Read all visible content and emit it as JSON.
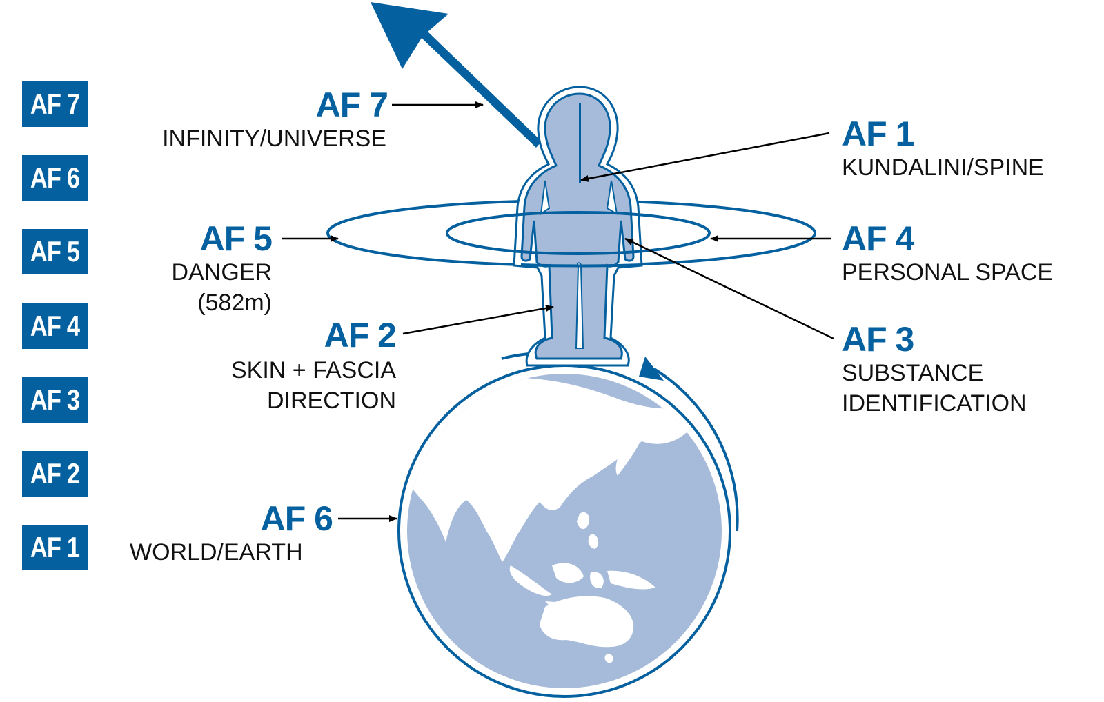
{
  "colors": {
    "primary": "#04609f",
    "light": "#a6bbd9",
    "text": "#111111"
  },
  "scale": {
    "badges": [
      "AF 7",
      "AF 6",
      "AF 5",
      "AF 4",
      "AF 3",
      "AF 2",
      "AF 1"
    ]
  },
  "labels": {
    "af7": {
      "code": "AF 7",
      "desc": "INFINITY/UNIVERSE"
    },
    "af5": {
      "code": "AF 5",
      "desc_line1": "DANGER",
      "desc_line2": "(582m)"
    },
    "af2": {
      "code": "AF 2",
      "desc_line1": "SKIN + FASCIA",
      "desc_line2": "DIRECTION"
    },
    "af6": {
      "code": "AF 6",
      "desc": "WORLD/EARTH"
    },
    "af1": {
      "code": "AF 1",
      "desc": "KUNDALINI/SPINE"
    },
    "af4": {
      "code": "AF 4",
      "desc": "PERSONAL SPACE"
    },
    "af3": {
      "code": "AF 3",
      "desc_line1": "SUBSTANCE",
      "desc_line2": "IDENTIFICATION"
    }
  },
  "icons": {
    "figure": "human-figure-icon",
    "globe": "earth-globe-icon",
    "arrow": "upward-arrow-icon"
  }
}
